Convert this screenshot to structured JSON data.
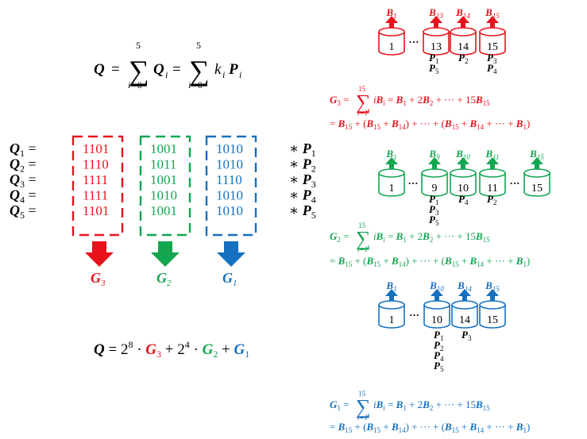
{
  "colors": {
    "red": "#e8121c",
    "green": "#12a650",
    "blue": "#1670c0",
    "black": "#000000"
  },
  "left": {
    "equation_top": "Q = Σ_{i=0}^{5} Q_i = Σ_{i=0}^{5} k_i P_i",
    "rows": [
      {
        "q": "1",
        "g3": "1101",
        "g2": "1001",
        "g1": "1010",
        "p": "1"
      },
      {
        "q": "2",
        "g3": "1110",
        "g2": "1011",
        "g1": "1010",
        "p": "2"
      },
      {
        "q": "3",
        "g3": "1111",
        "g2": "1001",
        "g1": "1110",
        "p": "3"
      },
      {
        "q": "4",
        "g3": "1111",
        "g2": "1010",
        "g1": "1010",
        "p": "4"
      },
      {
        "q": "5",
        "g3": "1101",
        "g2": "1001",
        "g1": "1010",
        "p": "5"
      }
    ],
    "group_labels": {
      "g3": "3",
      "g2": "2",
      "g1": "1"
    },
    "equation_bottom": "Q = 2^8 · G_3 + 2^4 · G_2 + G_1"
  },
  "right": {
    "red": {
      "bucket_tops": [
        "1",
        "13",
        "14",
        "15"
      ],
      "bucket_labels": [
        "1",
        "13",
        "14",
        "15"
      ],
      "p_columns": [
        [
          "1",
          "5"
        ],
        [
          "2"
        ],
        [
          "3",
          "4"
        ]
      ],
      "eq_line1": "G_3 = Σ_{i=1}^{15} iB_i = B_1 + 2B_2 + ··· + 15B_15",
      "eq_line2": "= B_15 + (B_15 + B_14) + ··· + (B_15 + B_14 + ··· + B_1)"
    },
    "green": {
      "bucket_tops": [
        "1",
        "9",
        "10",
        "11",
        "15"
      ],
      "bucket_labels": [
        "1",
        "9",
        "10",
        "11",
        "15"
      ],
      "p_columns": [
        [
          "1",
          "3",
          "5"
        ],
        [
          "4"
        ],
        [
          "2"
        ]
      ],
      "eq_line1": "G_2 = Σ_{i=1}^{15} iB_i = B_1 + 2B_2 + ··· + 15B_15",
      "eq_line2": "= B_15 + (B_15 + B_14) + ··· + (B_15 + B_14 + ··· + B_1)"
    },
    "blue": {
      "bucket_tops": [
        "1",
        "10",
        "14",
        "15"
      ],
      "bucket_labels": [
        "1",
        "10",
        "14",
        "15"
      ],
      "p_columns": [
        [
          "1",
          "2",
          "4",
          "5"
        ],
        [
          "3"
        ]
      ],
      "eq_line1": "G_1 = Σ_{i=1}^{15} iB_i = B_1 + 2B_2 + ··· + 15B_15",
      "eq_line2": "= B_15 + (B_15 + B_14) + ··· + (B_15 + B_14 + ··· + B_1)"
    }
  }
}
